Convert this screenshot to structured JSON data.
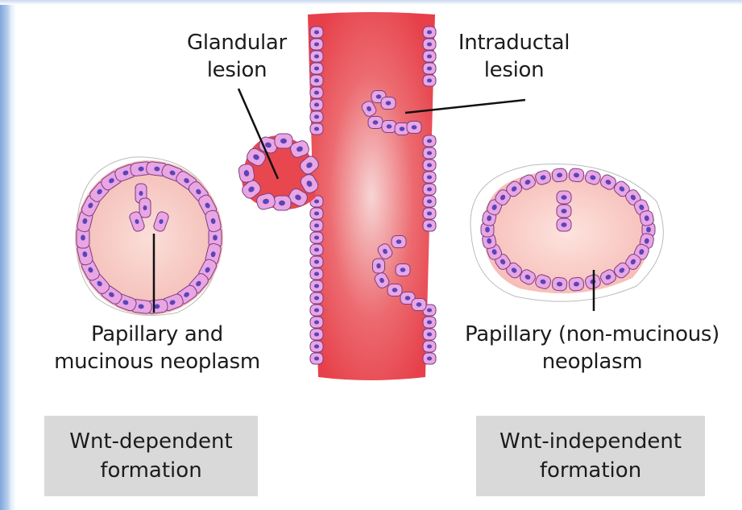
{
  "labels": {
    "glandular": [
      "Glandular",
      "lesion"
    ],
    "intraductal": [
      "Intraductal",
      "lesion"
    ],
    "papillary_mucinous": [
      "Papillary and",
      "mucinous neoplasm"
    ],
    "papillary_non_mucinous": [
      "Papillary (non-mucinous)",
      "neoplasm"
    ]
  },
  "boxes": {
    "wnt_dependent": [
      "Wnt-dependent",
      "formation"
    ],
    "wnt_independent": [
      "Wnt-independent",
      "formation"
    ]
  },
  "colors": {
    "duct_red": "#e8474f",
    "duct_light": "#f7c9c9",
    "cell_pink": "#e9a6e3",
    "cell_outline": "#7a3d82",
    "nucleus": "#5b44b8",
    "box_grey": "#d9d9d9"
  }
}
